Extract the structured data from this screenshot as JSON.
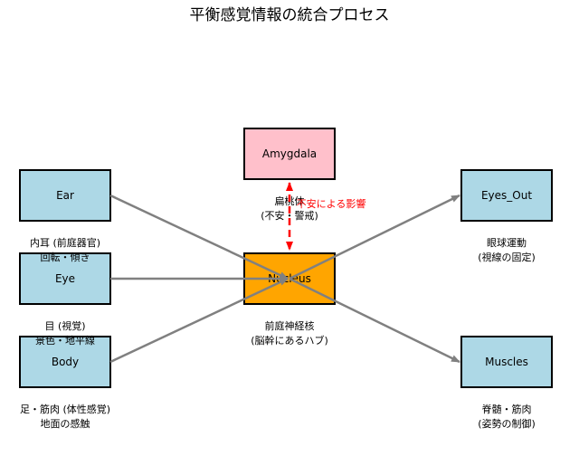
{
  "title": "平衡感覚情報の統合プロセス",
  "colors": {
    "sensor_fill": "#add8e6",
    "amygdala_fill": "#ffc0cb",
    "nucleus_fill": "#ffa500",
    "border": "#000000",
    "edge": "#808080",
    "influence_edge": "#ff0000"
  },
  "nodes": [
    {
      "id": "Ear",
      "label": "Ear",
      "desc": [
        "内耳 (前庭器官)",
        "回転・傾き"
      ],
      "type": "sensor"
    },
    {
      "id": "Eye",
      "label": "Eye",
      "desc": [
        "目 (視覚)",
        "景色・地平線"
      ],
      "type": "sensor"
    },
    {
      "id": "Body",
      "label": "Body",
      "desc": [
        "足・筋肉 (体性感覚)",
        "地面の感触"
      ],
      "type": "sensor"
    },
    {
      "id": "Amygdala",
      "label": "Amygdala",
      "desc": [
        "扁桃体",
        "(不安・警戒)"
      ],
      "type": "amygdala"
    },
    {
      "id": "Nucleus",
      "label": "Nucleus",
      "desc": [
        "前庭神経核",
        "(脳幹にあるハブ)"
      ],
      "type": "nucleus"
    },
    {
      "id": "Eyes_Out",
      "label": "Eyes_Out",
      "desc": [
        "眼球運動",
        "(視線の固定)"
      ],
      "type": "sensor"
    },
    {
      "id": "Muscles",
      "label": "Muscles",
      "desc": [
        "脊髄・筋肉",
        "(姿勢の制御)"
      ],
      "type": "sensor"
    }
  ],
  "edges": [
    {
      "from": "Ear",
      "to": "Nucleus",
      "style": "solid"
    },
    {
      "from": "Eye",
      "to": "Nucleus",
      "style": "solid"
    },
    {
      "from": "Body",
      "to": "Nucleus",
      "style": "solid"
    },
    {
      "from": "Nucleus",
      "to": "Eyes_Out",
      "style": "solid"
    },
    {
      "from": "Nucleus",
      "to": "Muscles",
      "style": "solid"
    },
    {
      "from": "Amygdala",
      "to": "Nucleus",
      "style": "dashed",
      "bidirectional": true,
      "label": "不安による影響"
    }
  ]
}
